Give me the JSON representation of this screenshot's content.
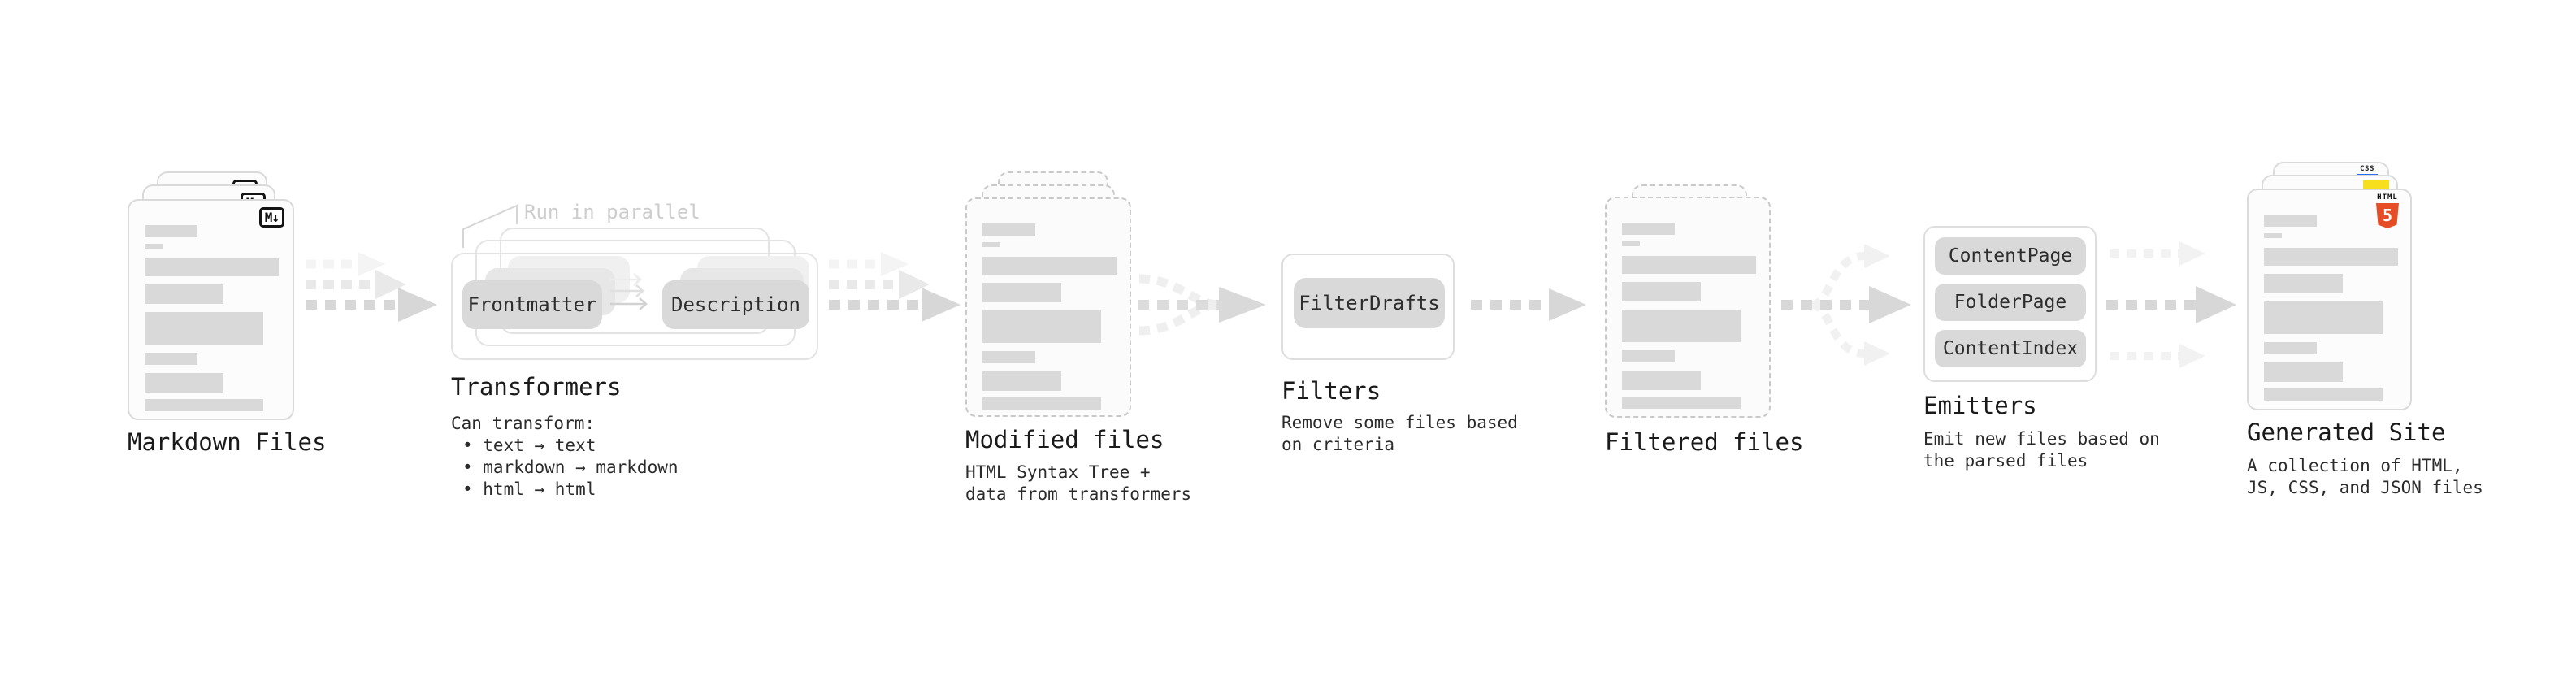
{
  "markdown_files": {
    "label": "Markdown Files",
    "icon": "M↓"
  },
  "transformers": {
    "annotation": "Run in parallel",
    "left_pill": "Frontmatter",
    "right_pill": "Description",
    "title": "Transformers",
    "desc_heading": "Can transform:",
    "bullets": [
      "• text → text",
      "• markdown → markdown",
      "• html → html"
    ]
  },
  "modified_files": {
    "title": "Modified files",
    "desc_lines": [
      "HTML Syntax Tree +",
      "data from transformers"
    ]
  },
  "filters": {
    "pill": "FilterDrafts",
    "title": "Filters",
    "desc_lines": [
      "Remove some files based",
      "on criteria"
    ]
  },
  "filtered_files": {
    "title": "Filtered files"
  },
  "emitters": {
    "pills": [
      "ContentPage",
      "FolderPage",
      "ContentIndex"
    ],
    "title": "Emitters",
    "desc_lines": [
      "Emit new files based on",
      "the parsed files"
    ]
  },
  "generated_site": {
    "title": "Generated Site",
    "desc_lines": [
      "A collection of HTML,",
      "JS, CSS, and JSON files"
    ],
    "css_badge": "CSS",
    "html_badge_text": "HTML",
    "html_badge_number": "5"
  },
  "colors": {
    "bar_gray": "#d9d9d9",
    "html5_orange": "#e44d26",
    "js_yellow": "#f7df1e",
    "css_blue": "#2a6df5"
  }
}
